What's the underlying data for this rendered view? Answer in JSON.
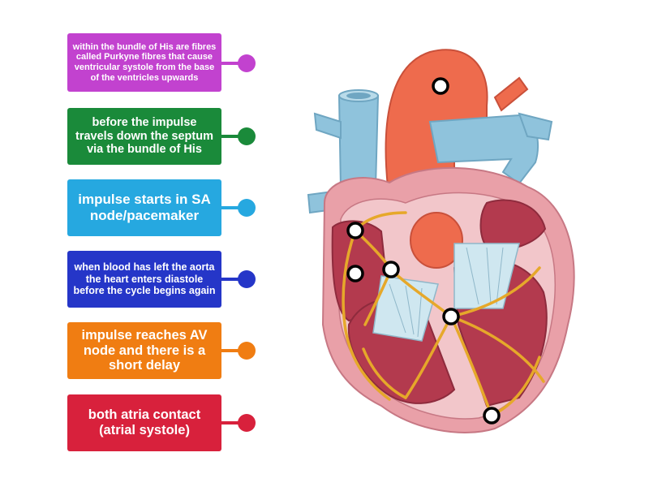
{
  "labels": [
    {
      "text": "within the bundle of His are fibres called Purkyne fibres that cause ventricular systole from the base of the ventricles upwards",
      "color": "#c242cf"
    },
    {
      "text": "before the impulse travels down the septum via the bundle of His",
      "color": "#1a8a3a"
    },
    {
      "text": "impulse starts in SA node/pacemaker",
      "color": "#26a8e0"
    },
    {
      "text": "when blood has left the aorta the heart enters diastole before the cycle begins again",
      "color": "#2536c8"
    },
    {
      "text": "impulse reaches AV node and there is a short delay",
      "color": "#f07d12"
    },
    {
      "text": "both atria contact (atrial systole)",
      "color": "#d8213c"
    }
  ],
  "colors": {
    "heart_red": "#ee6b4d",
    "vessel_blue": "#8fc3dc",
    "muscle_pink": "#e9a0a8",
    "chamber_dark": "#b33a4e",
    "conduction": "#e6a82a",
    "valve_teal": "#cfe7f0"
  }
}
